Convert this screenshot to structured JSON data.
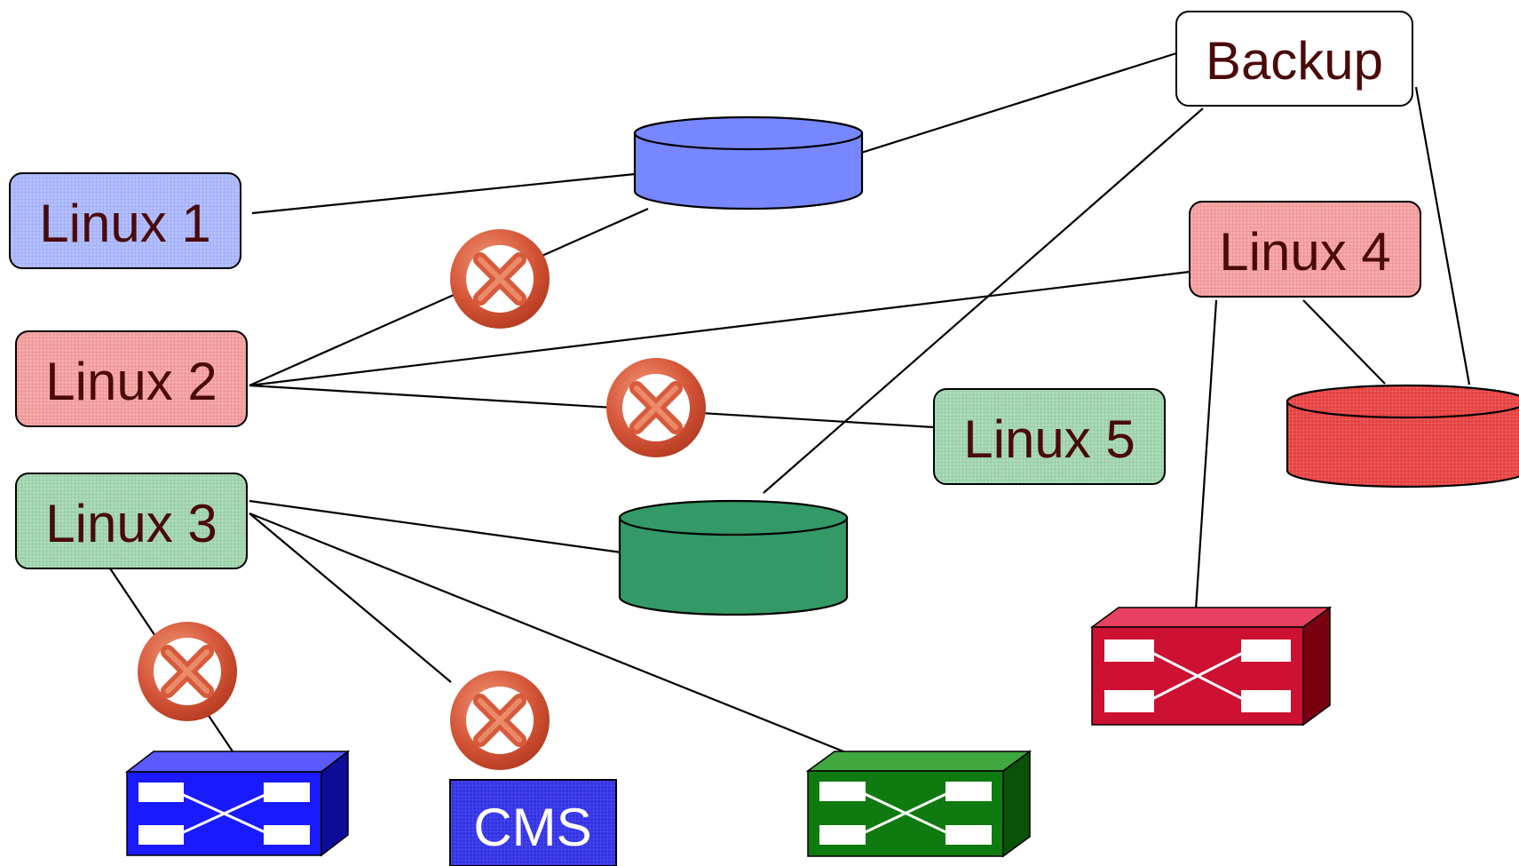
{
  "nodes": {
    "linux1": "Linux 1",
    "linux2": "Linux 2",
    "linux3": "Linux 3",
    "linux4": "Linux 4",
    "linux5": "Linux 5",
    "backup": "Backup",
    "cms": "CMS"
  },
  "colors": {
    "blue_fill": "#aab6ff",
    "red_fill": "#f7a3a3",
    "green_fill": "#a8d8b4",
    "text": "#4a0a0a",
    "disk_blue": "#7787ff",
    "disk_green": "#339966",
    "disk_red": "#e53b3b",
    "switch_blue": "#1a1aff",
    "switch_green": "#0f7a0f",
    "switch_red": "#cc1133",
    "cms": "#2e2ee0",
    "blocked": "#d25a3a"
  },
  "icons": {
    "blocked": "blocked-x-icon",
    "disk": "disk-cylinder-icon",
    "switch": "network-switch-icon"
  }
}
